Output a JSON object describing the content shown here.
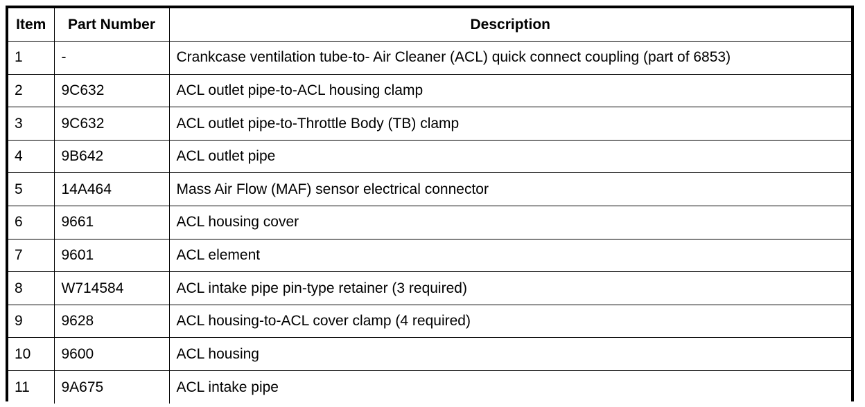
{
  "table": {
    "columns": [
      {
        "key": "item",
        "label": "Item",
        "align": "center"
      },
      {
        "key": "part_number",
        "label": "Part Number",
        "align": "center"
      },
      {
        "key": "description",
        "label": "Description",
        "align": "center"
      }
    ],
    "rows": [
      {
        "item": "1",
        "part_number": "-",
        "description": "Crankcase ventilation tube-to- Air Cleaner (ACL) quick connect coupling (part of 6853)"
      },
      {
        "item": "2",
        "part_number": "9C632",
        "description": "ACL outlet pipe-to-ACL housing clamp"
      },
      {
        "item": "3",
        "part_number": "9C632",
        "description": "ACL outlet pipe-to-Throttle Body (TB) clamp"
      },
      {
        "item": "4",
        "part_number": "9B642",
        "description": "ACL outlet pipe"
      },
      {
        "item": "5",
        "part_number": "14A464",
        "description": "Mass Air Flow (MAF) sensor electrical connector"
      },
      {
        "item": "6",
        "part_number": "9661",
        "description": "ACL housing cover"
      },
      {
        "item": "7",
        "part_number": "9601",
        "description": "ACL element"
      },
      {
        "item": "8",
        "part_number": "W714584",
        "description": "ACL intake pipe pin-type retainer (3 required)"
      },
      {
        "item": "9",
        "part_number": "9628",
        "description": "ACL housing-to-ACL cover clamp (4 required)"
      },
      {
        "item": "10",
        "part_number": "9600",
        "description": "ACL housing"
      },
      {
        "item": "11",
        "part_number": "9A675",
        "description": "ACL intake pipe"
      }
    ]
  },
  "style": {
    "text_color": "#000000",
    "background_color": "#ffffff",
    "border_color": "#000000"
  }
}
